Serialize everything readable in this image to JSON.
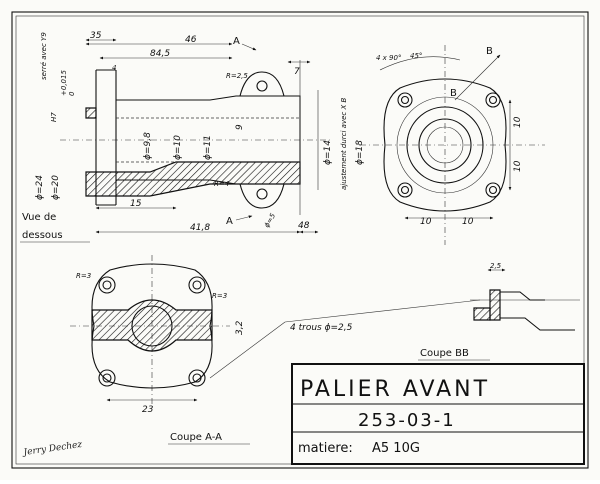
{
  "views": {
    "bottom_view_label_line1": "Vue de",
    "bottom_view_label_line2": "dessous",
    "section_aa_label": "Coupe A-A",
    "section_bb_label": "Coupe BB"
  },
  "dimensions": {
    "d35": "35",
    "d46": "46",
    "d84_5": "84,5",
    "d4": "4",
    "d7": "7",
    "r2_5": "R=2,5",
    "d10": "10",
    "d9": "9",
    "d15": "15",
    "d41_8": "41,8",
    "d48": "48",
    "phi24": "ϕ=24",
    "phi20": "ϕ=20",
    "h7": "H7",
    "tol_plus": "+0,015",
    "tol_zero": "0",
    "fit_note1": "serré avec Y9",
    "fit_note2": "ajustement durci avec X B",
    "phi14": "ϕ=14",
    "phi18": "ϕ=18",
    "phi10": "ϕ=10",
    "phi11": "ϕ=11",
    "phi9_8": "ϕ=9,8",
    "r4": "R=4",
    "deg45": "4 x 90°",
    "deg45b": "45°",
    "ten_a": "10",
    "ten_b": "10",
    "ten_c": "10",
    "ten_d": "10",
    "r3a": "R=3",
    "r3b": "R=3",
    "d3_2": "3,2",
    "d23": "23",
    "d2_5": "2,5",
    "phi5": "ϕ=5",
    "holes_note": "4 trous ϕ=2,5"
  },
  "section_marks": {
    "a_top": "A",
    "a_bottom": "A",
    "b_top": "B",
    "b_bottom": "B"
  },
  "title_block": {
    "title": "PALIER AVANT",
    "number": "253-03-1",
    "material_label": "matiere:",
    "material_value": "A5 10G"
  },
  "signature": "Jerry Dechez"
}
